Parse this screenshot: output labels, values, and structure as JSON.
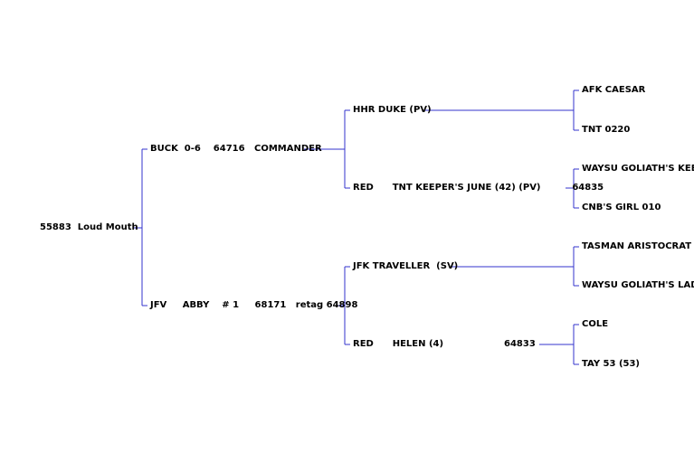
{
  "line_color": "#3333cc",
  "text_color": "#000000",
  "background": "#ffffff",
  "pedigree": {
    "subject": "55883  Loud Mouth",
    "sire": "BUCK  0-6    64716   COMMANDER",
    "dam": "JFV     ABBY    # 1     68171   retag 64898",
    "sire_sire": "HHR DUKE (PV)",
    "sire_dam": "RED      TNT KEEPER'S JUNE (42) (PV)          64835",
    "dam_sire": "JFK TRAVELLER  (SV)",
    "dam_dam_name": "RED      HELEN (4)",
    "dam_dam_id": "64833",
    "gen3": [
      "AFK CAESAR",
      "TNT 0220",
      "WAYSU GOLIATH'S KEEPER",
      "CNB'S GIRL 010",
      "TASMAN ARISTOCRAT",
      "WAYSU GOLIATH'S LADY",
      "COLE",
      "TAY 53 (53)"
    ]
  }
}
